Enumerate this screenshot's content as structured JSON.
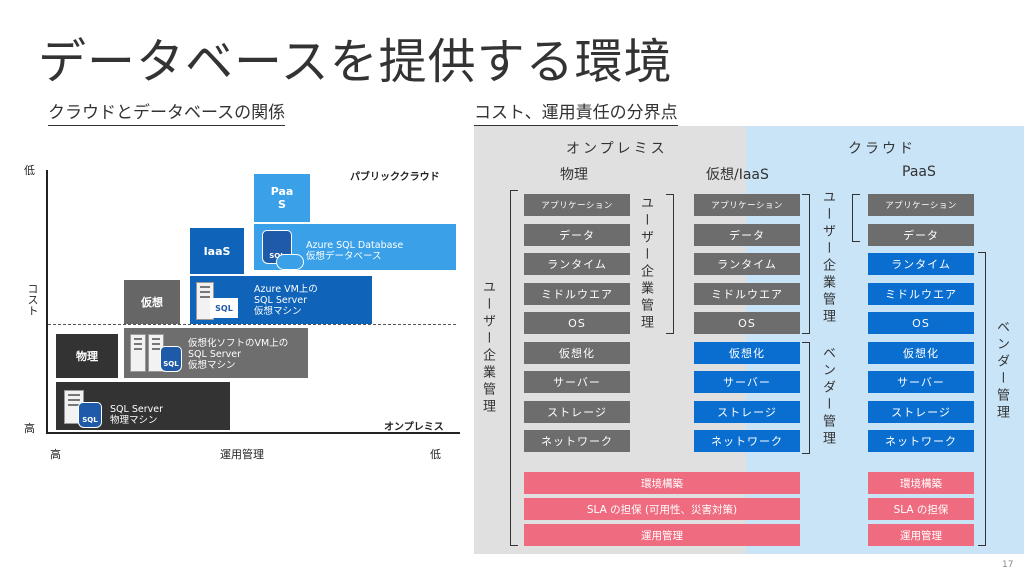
{
  "title": "データベースを提供する環境",
  "left_subtitle": "クラウドとデータベースの関係",
  "right_subtitle": "コスト、運用責任の分界点",
  "left_diagram": {
    "y_low": "低",
    "y_label": "コスト",
    "y_high": "高",
    "x_high": "高",
    "x_label": "運用管理",
    "x_low": "低",
    "public_cloud": "パブリッククラウド",
    "on_premises": "オンプレミス",
    "blocks": {
      "physical": "物理",
      "virtual": "仮想",
      "iaas": "IaaS",
      "paas_line1": "Paa",
      "paas_line2": "S"
    },
    "descriptions": {
      "physical": [
        "SQL Server",
        "物理マシン"
      ],
      "virtual": [
        "仮想化ソフトのVM上の",
        "SQL Server",
        "仮想マシン"
      ],
      "iaas": [
        "Azure VM上の",
        "SQL Server",
        "仮想マシン"
      ],
      "paas": [
        "Azure SQL Database",
        "仮想データベース"
      ]
    },
    "sql_icon": "SQL"
  },
  "right_diagram": {
    "onprem_header": "オンプレミス",
    "cloud_header": "クラウド",
    "columns": [
      "物理",
      "仮想/IaaS",
      "PaaS"
    ],
    "stack": [
      "アプリケーション",
      "データ",
      "ランタイム",
      "ミドルウエア",
      "OS",
      "仮想化",
      "サーバー",
      "ストレージ",
      "ネットワーク"
    ],
    "user_mgmt": "ユーザー企業管理",
    "vendor_mgmt": "ベンダー管理",
    "ops_onprem": [
      "環境構築",
      "SLA の担保 (可用性、災害対策)",
      "運用管理"
    ],
    "ops_paas": [
      "環境構築",
      "SLA の担保",
      "運用管理"
    ]
  },
  "page_number": "17",
  "colors": {
    "gray_panel": "#e0e0e0",
    "blue_panel": "#c9e4f7",
    "gray_box": "#6d6d6d",
    "blue_box": "#0a6ed1",
    "pink_box": "#ef6b7f",
    "dark": "#333333",
    "iaas_blue": "#0f63b8",
    "paas_blue": "#3aa0e8"
  }
}
